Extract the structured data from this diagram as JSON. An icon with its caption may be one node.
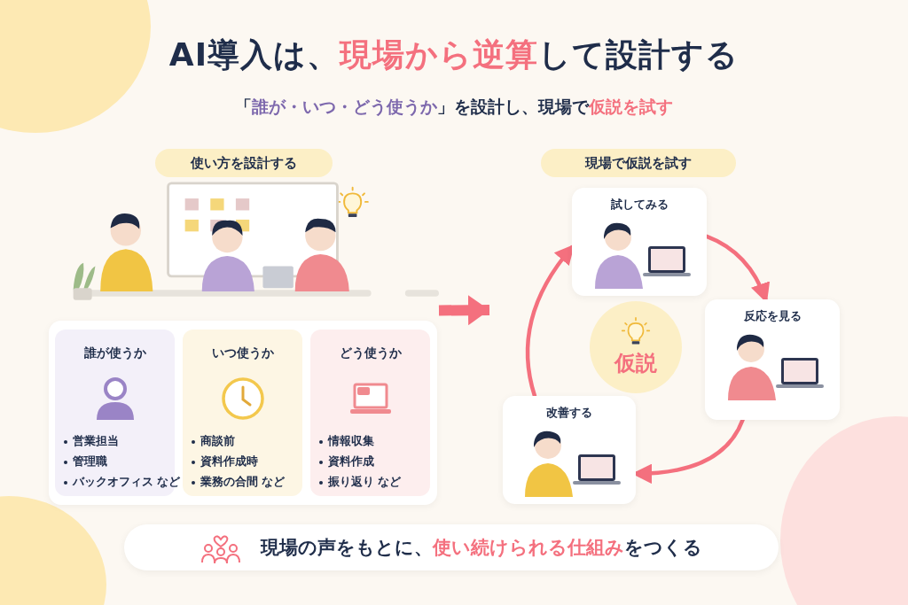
{
  "diagram": {
    "title": "AI導入は、**現場から逆算**して設計する",
    "nodes": [
      {
        "text": [
          "使い方を設計する"
        ]
      },
      {
        "text": [],
        "shape": "picture"
      },
      {
        "text": [
          "誰が使うか",
          "営業担当",
          "管理職",
          "バックオフィス など"
        ]
      },
      {
        "text": [
          "いつ使うか",
          "商談前",
          "資料作成時",
          "業務の合間 など"
        ]
      },
      {
        "text": [
          "どう使うか",
          "情報収集",
          "資料作成",
          "振り返り など"
        ]
      },
      {
        "text": [
          "現場で仮説を試す"
        ]
      },
      {
        "text": [
          "試してみる"
        ]
      },
      {
        "text": [
          "反応を見る"
        ]
      },
      {
        "text": [
          "改善する"
        ]
      },
      {
        "text": [
          "仮説"
        ]
      },
      {
        "text": [
          "現場の声をもとに、**使い続けられる仕組み**をつくる"
        ]
      }
    ],
    "edges": [
      {
        "from": 1,
        "to": null,
        "arrow": "to",
        "style": "thick"
      },
      {
        "from": 6,
        "to": 7,
        "arrow": "to"
      },
      {
        "from": 7,
        "to": 8,
        "arrow": "to"
      },
      {
        "from": 8,
        "to": 6,
        "arrow": "to"
      }
    ],
    "labels": [
      "「*誰が・いつ・どう使うか*」を設計し、現場で**仮説を試す**"
    ]
  }
}
